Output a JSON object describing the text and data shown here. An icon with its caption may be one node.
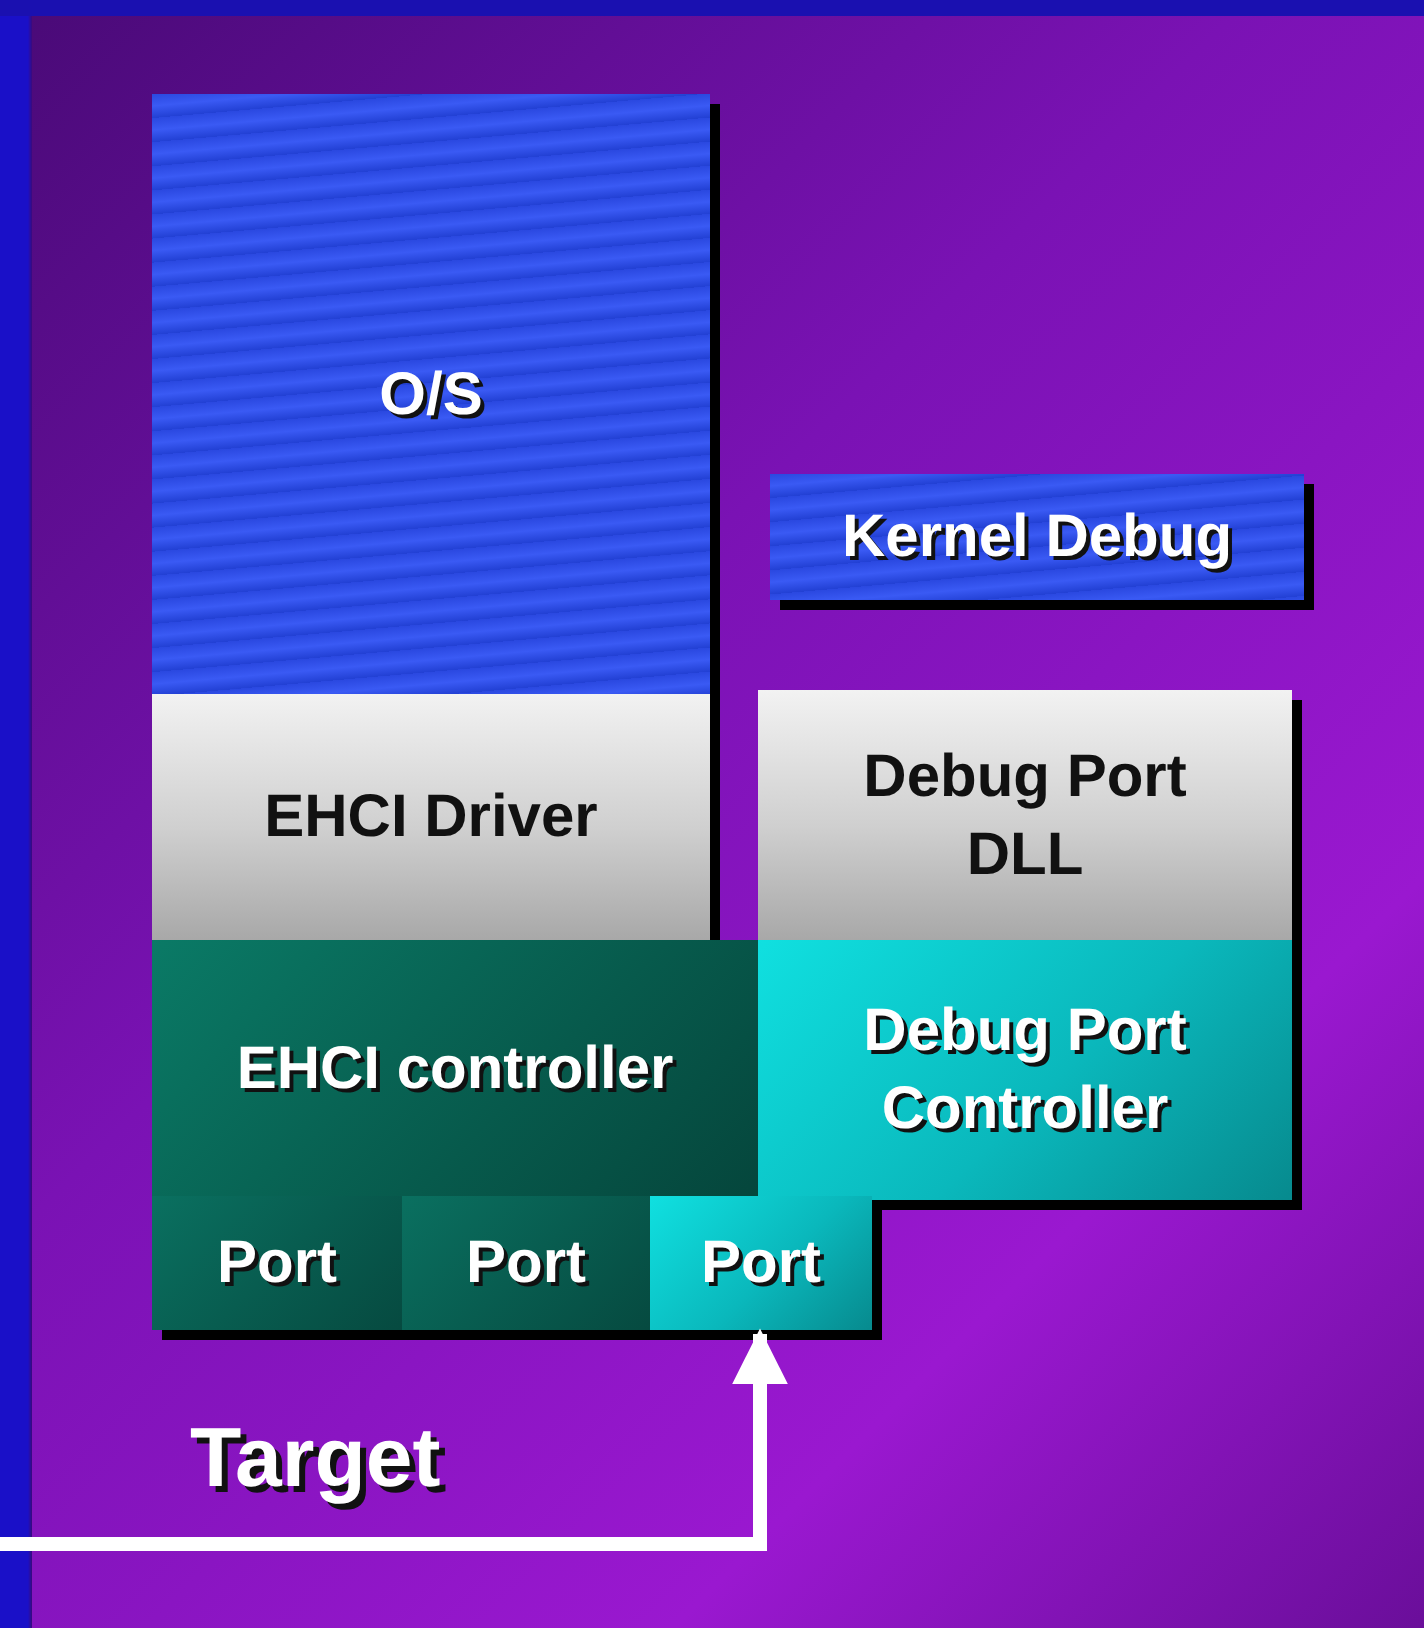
{
  "diagram": {
    "nodes": [
      {
        "text": [
          "O/S"
        ]
      },
      {
        "text": [
          "Kernel Debug"
        ]
      },
      {
        "text": [
          "EHCI Driver"
        ]
      },
      {
        "text": [
          "Debug Port DLL"
        ]
      },
      {
        "text": [
          "EHCI controller"
        ]
      },
      {
        "text": [
          "Debug Port Controller"
        ]
      },
      {
        "text": [
          "Port"
        ]
      },
      {
        "text": [
          "Port"
        ]
      },
      {
        "text": [
          "Port"
        ]
      }
    ],
    "edges": [
      {
        "from": null,
        "to": 8,
        "arrow": "to"
      }
    ],
    "labels": [
      "Target"
    ]
  }
}
